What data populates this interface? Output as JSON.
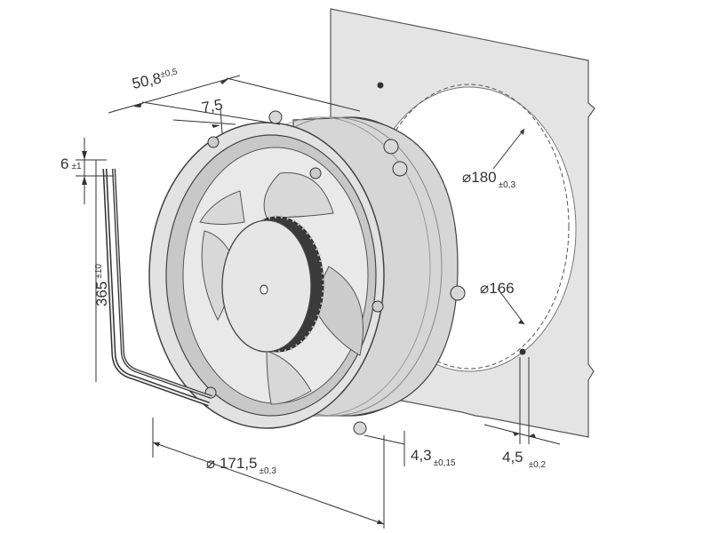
{
  "colors": {
    "panel": "#e4e4e4",
    "panel_stroke": "#555555",
    "fan_body": "#dcdcdc",
    "fan_dark": "#bdbdbd",
    "hub": "#d0d0d0",
    "line": "#333333"
  },
  "dimensions": {
    "depth": {
      "value": "50,8",
      "tolerance": "±0,5"
    },
    "flange": {
      "value": "7,5"
    },
    "wire_strip": {
      "value": "6",
      "tolerance": "±1"
    },
    "wire_length": {
      "value": "365",
      "tolerance": "±10"
    },
    "fan_diameter": {
      "value": "⌀ 171,5",
      "tolerance": "±0,3"
    },
    "hole_circle": {
      "value": "⌀180",
      "tolerance": "±0,3"
    },
    "cutout": {
      "value": "⌀166"
    },
    "hole_size": {
      "value": "4,3",
      "tolerance": "±0,15"
    },
    "hole_spacing": {
      "value": "4,5",
      "tolerance": "±0,2"
    }
  }
}
